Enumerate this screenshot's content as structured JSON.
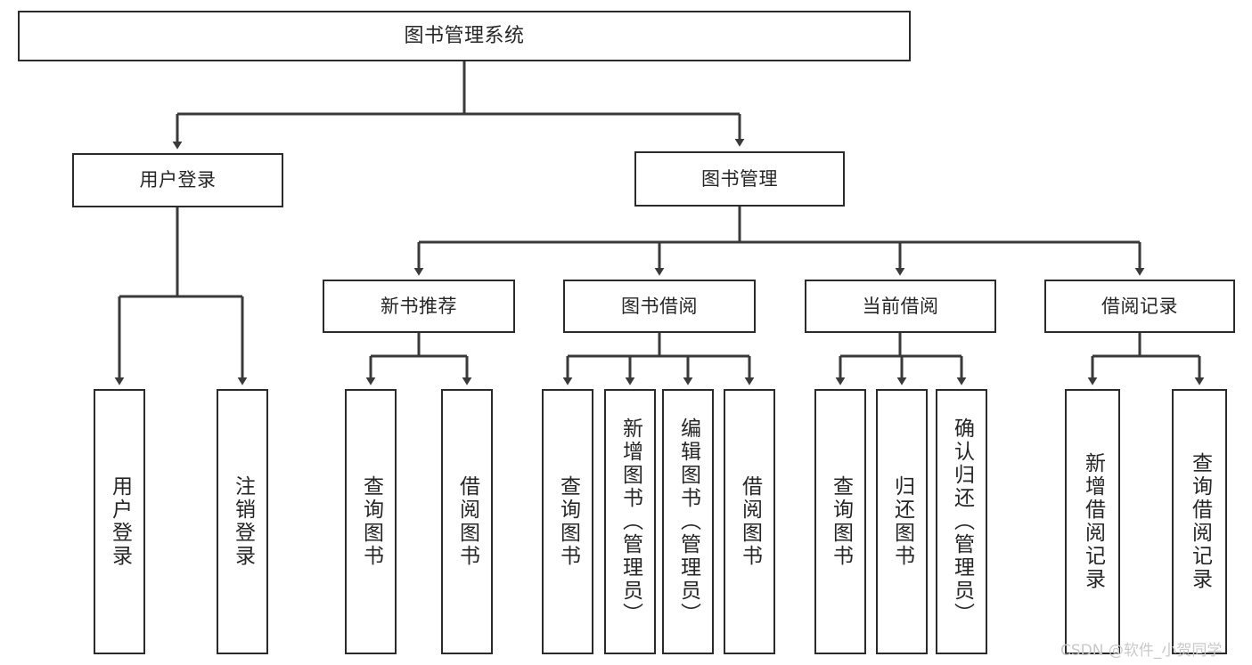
{
  "diagram": {
    "title": "图书管理系统",
    "type": "hierarchy-tree",
    "watermark": "CSDN @软件_小贺同学",
    "colors": {
      "box_border": "#2b2b2b",
      "box_fill": "#ffffff",
      "connector": "#3a3a3a",
      "text": "#262626",
      "watermark": "#c9c9c9",
      "background": "#ffffff"
    },
    "levels": {
      "root": {
        "label": "图书管理系统"
      },
      "level1": [
        {
          "label": "用户登录"
        },
        {
          "label": "图书管理"
        }
      ],
      "level2": [
        {
          "label": "新书推荐"
        },
        {
          "label": "图书借阅"
        },
        {
          "label": "当前借阅"
        },
        {
          "label": "借阅记录"
        }
      ],
      "leaves": {
        "user_login": [
          {
            "label": "用户登录"
          },
          {
            "label": "注销登录"
          }
        ],
        "new_book_recommend": [
          {
            "label": "查询图书"
          },
          {
            "label": "借阅图书"
          }
        ],
        "book_borrow": [
          {
            "label": "查询图书"
          },
          {
            "label": "新增图书（管理员）"
          },
          {
            "label": "编辑图书（管理员）"
          },
          {
            "label": "借阅图书"
          }
        ],
        "current_borrow": [
          {
            "label": "查询图书"
          },
          {
            "label": "归还图书"
          },
          {
            "label": "确认归还（管理员）"
          }
        ],
        "borrow_record": [
          {
            "label": "新增借阅记录"
          },
          {
            "label": "查询借阅记录"
          }
        ]
      }
    }
  }
}
